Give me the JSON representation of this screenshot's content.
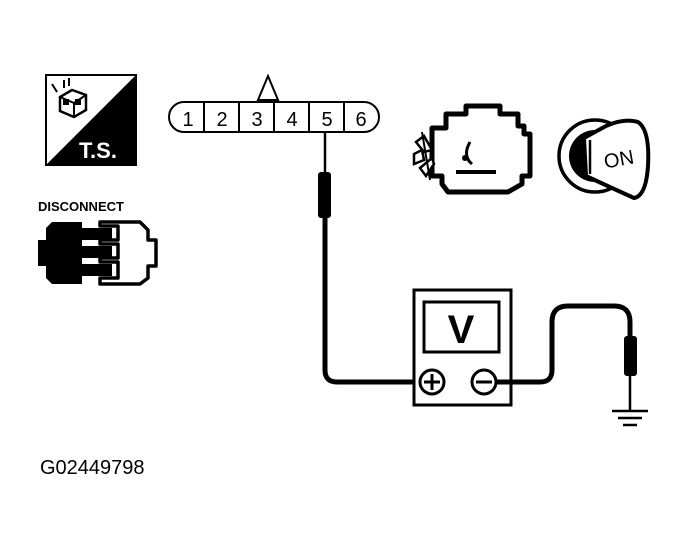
{
  "ts_badge": {
    "label": "T.S."
  },
  "disconnect": {
    "label": "DISCONNECT"
  },
  "connector": {
    "pins": [
      "1",
      "2",
      "3",
      "4",
      "5",
      "6"
    ]
  },
  "key_switch": {
    "label": "ON"
  },
  "voltmeter": {
    "label": "V",
    "positive": "⊕",
    "negative": "⊖"
  },
  "figure_id": "G02449798"
}
